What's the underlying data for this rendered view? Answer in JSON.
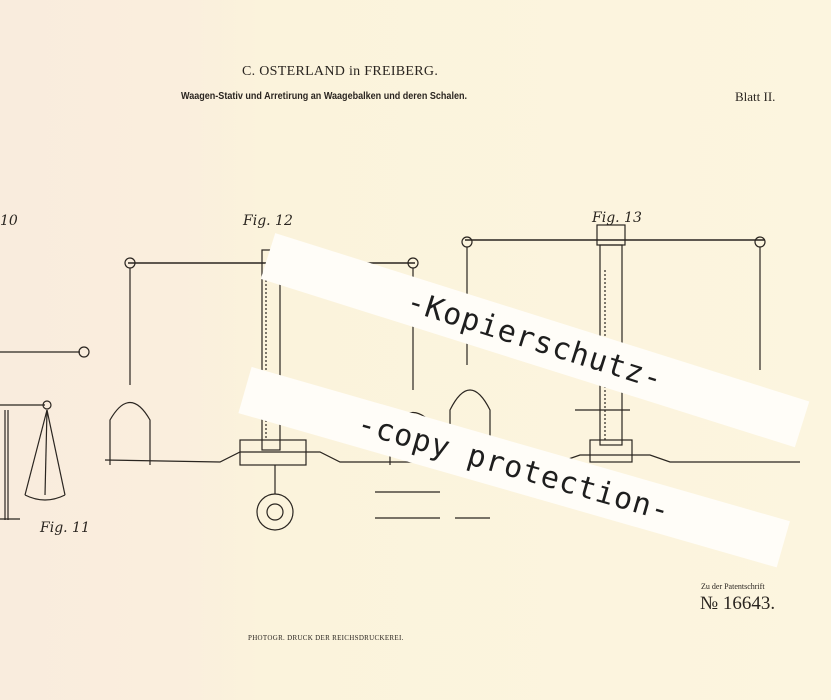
{
  "header": {
    "inventor": "C. OSTERLAND in FREIBERG.",
    "title": "Waagen-Stativ und Arretirung an Waagebalken und deren Schalen.",
    "sheet": "Blatt II."
  },
  "figures": {
    "fig10": "10",
    "fig11": "Fig. 11",
    "fig12": "Fig. 12",
    "fig13": "Fig. 13"
  },
  "footer": {
    "patent_ref": "Zu der Patentschrift",
    "patent_number": "№ 16643.",
    "printer": "PHOTOGR. DRUCK DER REICHSDRUCKEREI."
  },
  "watermark": {
    "line1": "-Kopierschutz-",
    "line2": "-copy protection-"
  }
}
